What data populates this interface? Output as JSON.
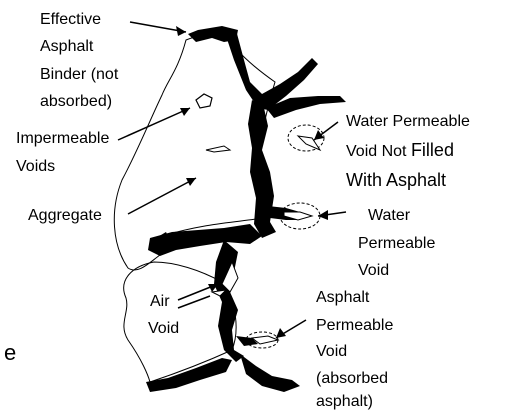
{
  "diagram": {
    "labels": {
      "effective_binder": [
        "Effective",
        "Asphalt",
        "Binder (not",
        "absorbed)"
      ],
      "impermeable_voids": [
        "Impermeable",
        "Voids"
      ],
      "aggregate": "Aggregate",
      "air_void": [
        "Air",
        "Void"
      ],
      "water_void_not_filled": [
        "Water Permeable",
        "Void Not ",
        "Filled",
        "With Asphalt"
      ],
      "water_void": [
        "Water",
        "Permeable",
        "Void"
      ],
      "asphalt_void": [
        "Asphalt",
        "Permeable",
        "Void",
        "(absorbed",
        "asphalt)"
      ],
      "edge_fragment": "e"
    },
    "colors": {
      "binder": "#000000",
      "outline": "#000000",
      "background": "#ffffff"
    }
  }
}
